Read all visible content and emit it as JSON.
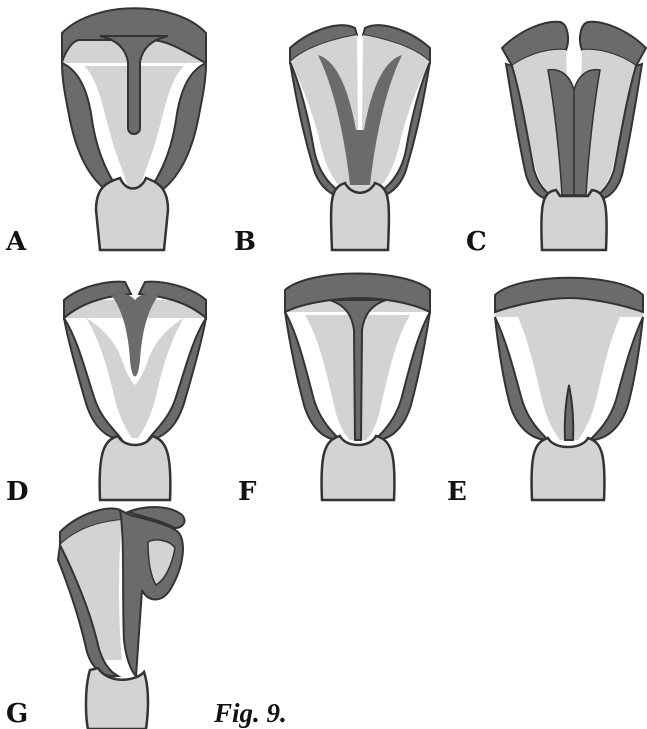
{
  "figure": {
    "caption": "Fig. 9.",
    "panels": [
      {
        "label": "A",
        "variant": "septate-partial"
      },
      {
        "label": "B",
        "variant": "bicornuate-partial"
      },
      {
        "label": "C",
        "variant": "didelphys"
      },
      {
        "label": "D",
        "variant": "bicornuate-shallow"
      },
      {
        "label": "F",
        "variant": "septate-complete"
      },
      {
        "label": "E",
        "variant": "arcuate"
      },
      {
        "label": "G",
        "variant": "unicornuate-rudimentary-horn"
      }
    ]
  },
  "colors": {
    "wall": "#6b6b6b",
    "cavity": "#d3d3d3",
    "outline": "#333333",
    "background": "#ffffff"
  }
}
